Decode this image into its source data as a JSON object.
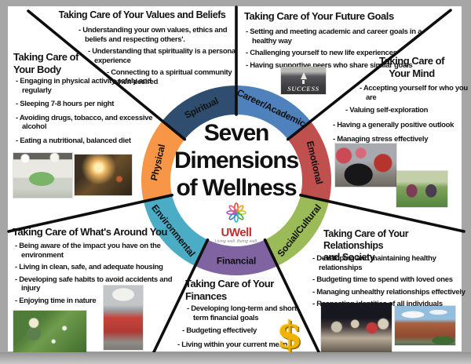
{
  "slide": {
    "title_lines": [
      "Seven",
      "Dimensions",
      "of Wellness"
    ],
    "logo": {
      "name": "UWell",
      "tagline": "Living well. Being well."
    }
  },
  "wheel": {
    "segments": [
      {
        "label": "Career/Academic",
        "color": "#4F81BD"
      },
      {
        "label": "Emotional",
        "color": "#C0504D"
      },
      {
        "label": "Social/Cultural",
        "color": "#9BBB59"
      },
      {
        "label": "Financial",
        "color": "#8064A2"
      },
      {
        "label": "Environmental",
        "color": "#4BACC6"
      },
      {
        "label": "Physical",
        "color": "#F79646"
      },
      {
        "label": "Spiritual",
        "color": "#2F4E6F"
      }
    ]
  },
  "sections": {
    "values": {
      "heading": "Taking Care of Your Values and Beliefs",
      "bullets": [
        "- Understanding your own values, ethics and beliefs and respecting others'.",
        "- Understanding that spirituality is a personal experience",
        "- Connecting to a spiritual community when desired"
      ]
    },
    "body": {
      "heading_lines": [
        "Taking Care of",
        "Your Body"
      ],
      "bullets": [
        "- Engaging in physical activity safely and regularly",
        "- Sleeping  7-8 hours per night",
        "- Avoiding drugs, tobacco, and excessive alcohol",
        "- Eating a nutritional, balanced diet"
      ]
    },
    "future": {
      "heading": "Taking Care of Your Future Goals",
      "bullets": [
        "- Setting and meeting academic and career  goals in a healthy way",
        "- Challenging yourself to new life experiences",
        "- Having supportive peers who share similar goals"
      ]
    },
    "mind": {
      "heading_lines": [
        "Taking Care of",
        "Your Mind"
      ],
      "bullets": [
        "- Accepting yourself for who you are",
        "- Valuing self-exploration",
        "- Having a generally positive outlook",
        "- Managing stress effectively"
      ]
    },
    "around": {
      "heading": "Taking Care of What's Around You",
      "bullets": [
        "- Being aware of the impact you have on the environment",
        "- Living in clean, safe, and adequate housing",
        "- Developing safe habits to avoid accidents and injury",
        "- Enjoying time in nature"
      ]
    },
    "finances": {
      "heading_lines": [
        "Taking Care of Your",
        "Finances"
      ],
      "bullets": [
        "- Developing long-term and short-term financial goals",
        "- Budgeting effectively",
        "- Living within your current means"
      ]
    },
    "relationships": {
      "heading_lines": [
        "Taking Care of Your Relationships",
        "and Society"
      ],
      "bullets": [
        "- Developing and maintaining healthy relationships",
        "- Budgeting time to spend with loved ones",
        "- Managing unhealthy relationships effectively",
        "- Respecting identities of all individuals"
      ]
    }
  },
  "photos": {
    "success_text": "SUCCESS",
    "dollar_sign": "$"
  }
}
